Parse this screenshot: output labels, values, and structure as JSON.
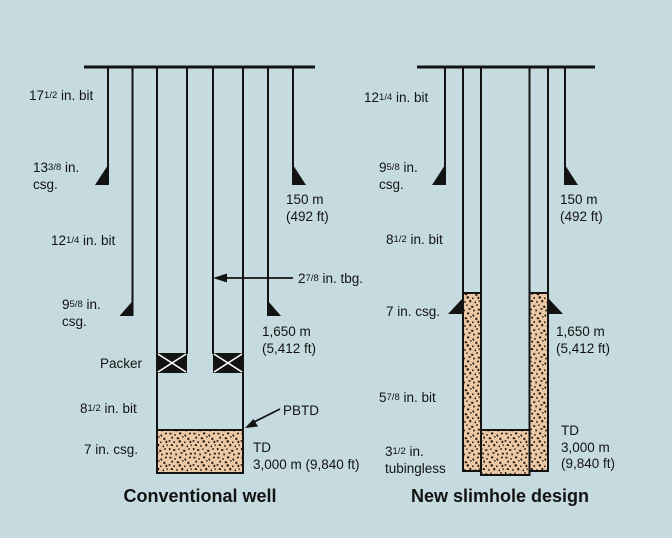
{
  "colors": {
    "background": "#c5dbdf",
    "ink": "#131313",
    "cement_fill": "#ecc9a4"
  },
  "wells": [
    {
      "title": "Conventional well",
      "labels": {
        "bit_17": {
          "pre": "17",
          "frac": "1/2",
          "post": " in. bit"
        },
        "csg_13": {
          "pre": "13",
          "frac": "3/8",
          "post": " in.",
          "line2": "csg."
        },
        "depth_150": {
          "line1": "150 m",
          "line2": "(492 ft)"
        },
        "bit_12": {
          "pre": "12",
          "frac": "1/4",
          "post": " in. bit"
        },
        "csg_9": {
          "pre": "9",
          "frac": "5/8",
          "post": " in.",
          "line2": "csg."
        },
        "tbg_2": {
          "pre": "2",
          "frac": "7/8",
          "post": " in. tbg."
        },
        "depth_1650": {
          "line1": "1,650 m",
          "line2": "(5,412 ft)"
        },
        "packer": "Packer",
        "bit_8": {
          "pre": "8",
          "frac": "1/2",
          "post": " in. bit"
        },
        "pbtd": "PBTD",
        "csg_7": "7 in. csg.",
        "td": {
          "line1": "TD",
          "line2": "3,000 m (9,840 ft)"
        }
      }
    },
    {
      "title": "New slimhole design",
      "labels": {
        "bit_12": {
          "pre": "12",
          "frac": "1/4",
          "post": " in. bit"
        },
        "csg_9": {
          "pre": "9",
          "frac": "5/8",
          "post": " in.",
          "line2": "csg."
        },
        "depth_150": {
          "line1": "150 m",
          "line2": "(492 ft)"
        },
        "bit_8": {
          "pre": "8",
          "frac": "1/2",
          "post": " in. bit"
        },
        "csg_7": "7 in. csg.",
        "depth_1650": {
          "line1": "1,650 m",
          "line2": "(5,412 ft)"
        },
        "bit_5": {
          "pre": "5",
          "frac": "7/8",
          "post": " in. bit"
        },
        "tubingless": {
          "pre": "3",
          "frac": "1/2",
          "post": " in.",
          "line2": "tubingless"
        },
        "td": {
          "line1": "TD",
          "line2": "3,000 m",
          "line3": "(9,840 ft)"
        }
      }
    }
  ]
}
